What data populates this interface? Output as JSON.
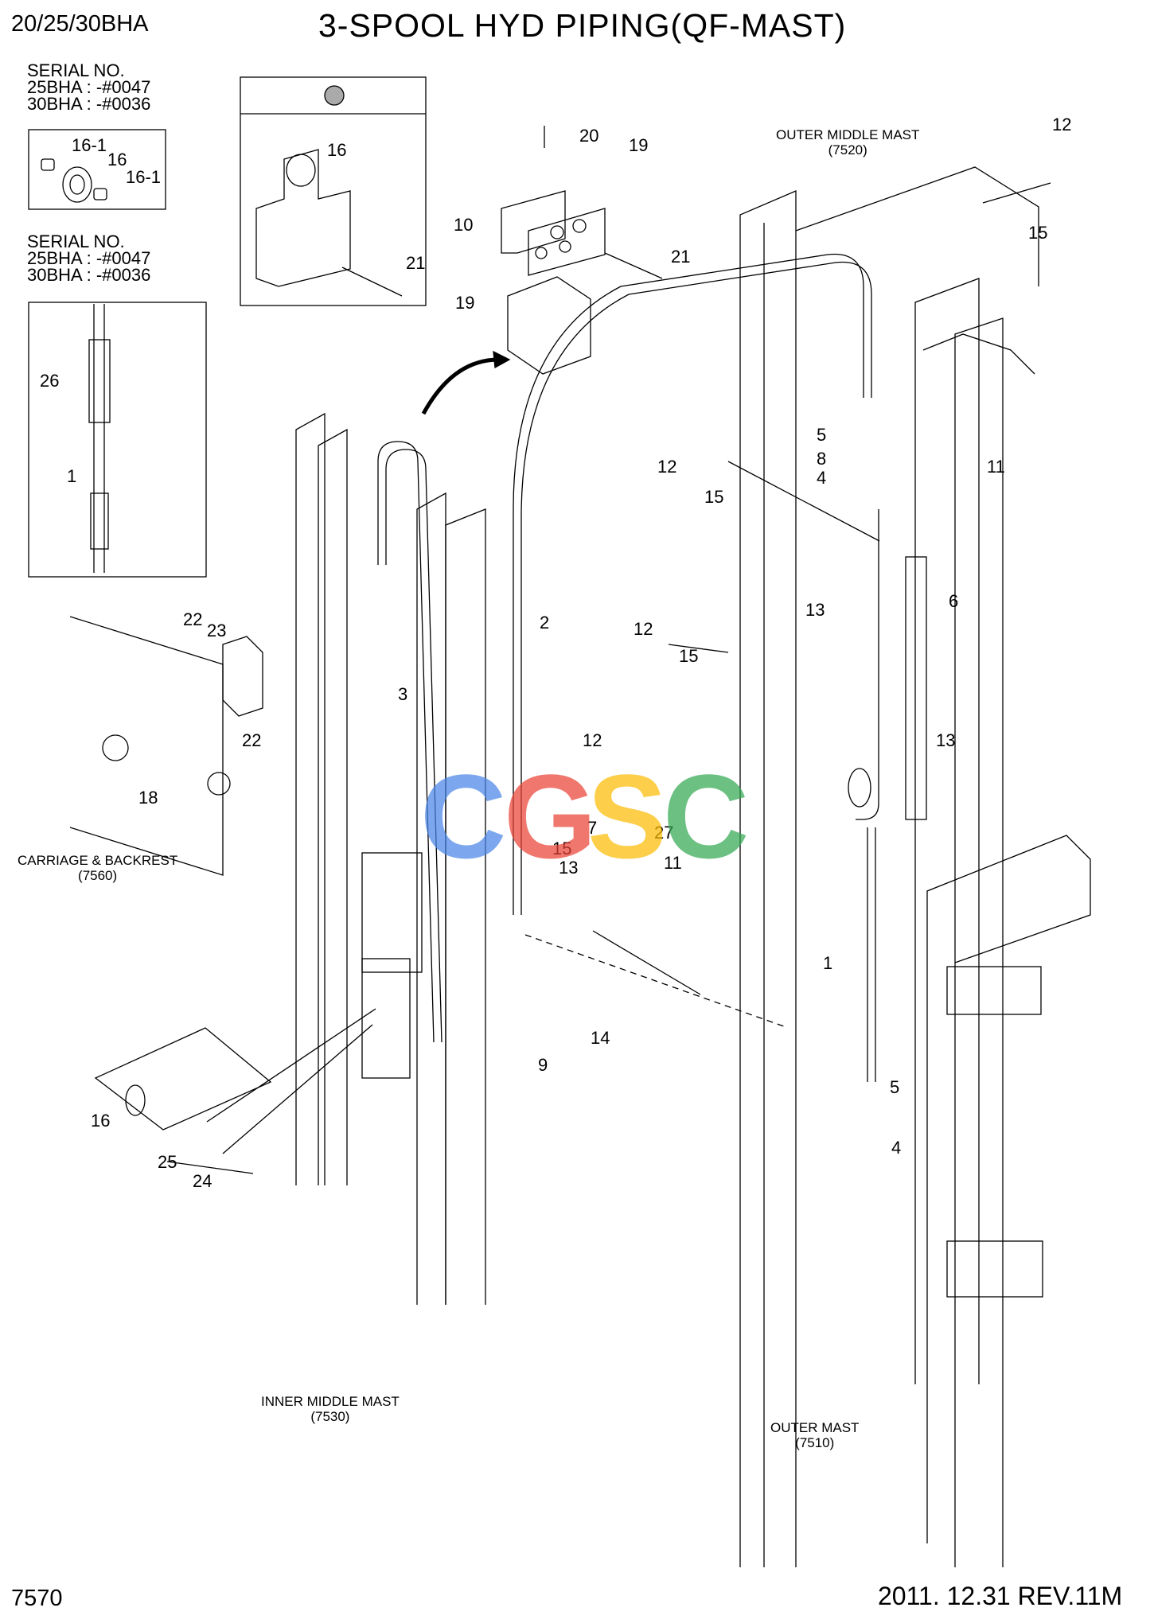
{
  "header": {
    "model": "20/25/30BHA",
    "title": "3-SPOOL HYD PIPING(QF-MAST)"
  },
  "serial_notes": [
    "SERIAL NO.\n25BHA : -#0047\n30BHA : -#0036",
    "SERIAL NO.\n25BHA : -#0047\n30BHA : -#0036"
  ],
  "assemblies": {
    "outer_middle": {
      "name": "OUTER MIDDLE MAST",
      "ref": "(7520)"
    },
    "carriage": {
      "name": "CARRIAGE & BACKREST",
      "ref": "(7560)"
    },
    "inner_middle": {
      "name": "INNER MIDDLE MAST",
      "ref": "(7530)"
    },
    "outer": {
      "name": "OUTER MAST",
      "ref": "(7510)"
    }
  },
  "callouts": [
    "16-1",
    "16",
    "16-1",
    "26",
    "1",
    "16",
    "21",
    "20",
    "19",
    "10",
    "21",
    "19",
    "12",
    "15",
    "5",
    "8",
    "4",
    "11",
    "12",
    "15",
    "6",
    "13",
    "2",
    "22",
    "23",
    "22",
    "3",
    "18",
    "12",
    "15",
    "12",
    "13",
    "15",
    "7",
    "27",
    "11",
    "13",
    "14",
    "9",
    "1",
    "5",
    "4",
    "16",
    "25",
    "24"
  ],
  "watermark": {
    "letters": [
      "C",
      "G",
      "S",
      "C"
    ],
    "colors": [
      "#4a86e8",
      "#ea4335",
      "#fbbc05",
      "#34a853"
    ]
  },
  "footer": {
    "page_code": "7570",
    "revision": "2011. 12.31  REV.11M"
  }
}
